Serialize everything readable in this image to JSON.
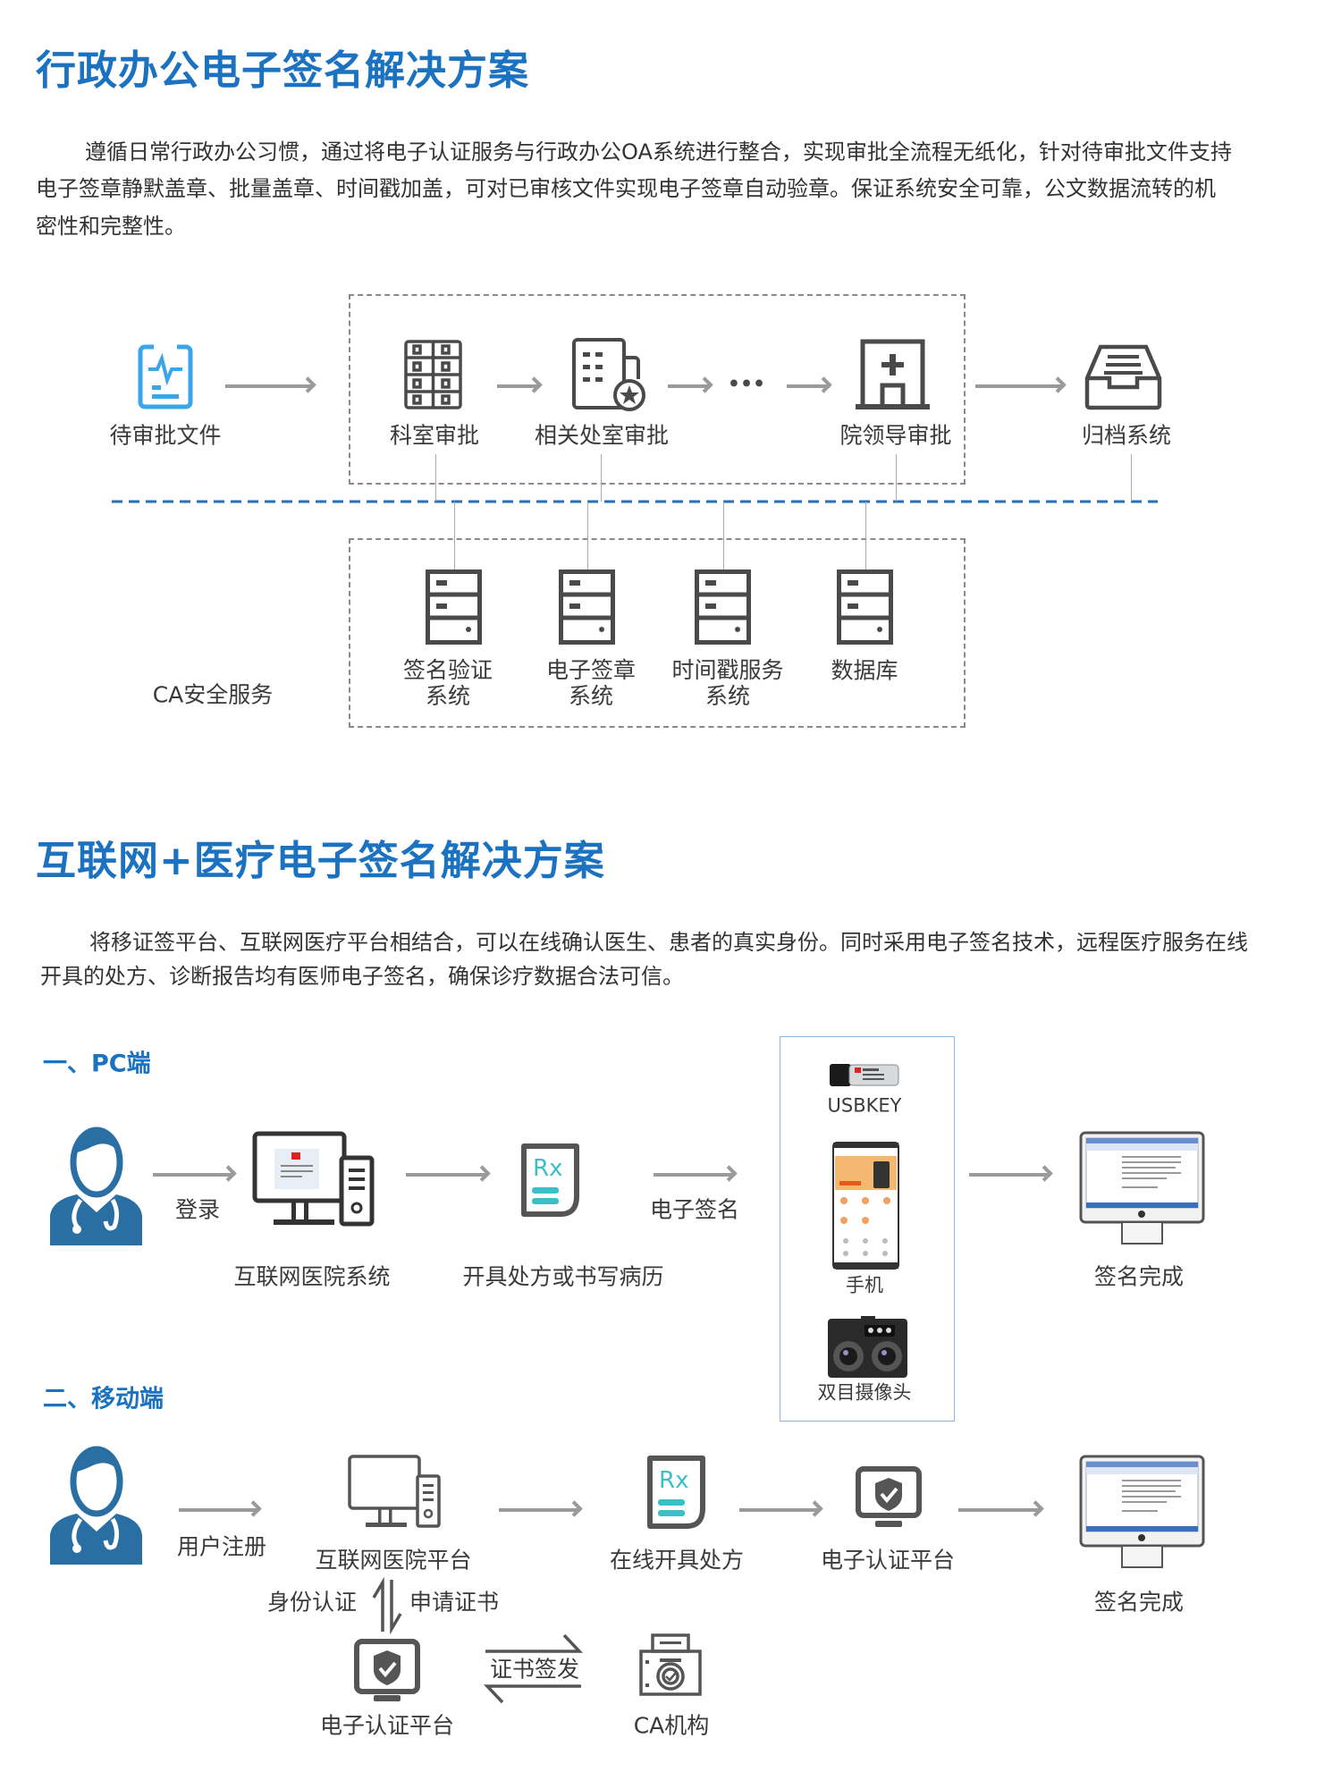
{
  "section1": {
    "title": "行政办公电子签名解决方案",
    "paragraph_lines": [
      "遵循日常行政办公习惯，通过将电子认证服务与行政办公OA系统进行整合，实现审批全流程无纸化，针对待审批文件支持",
      "电子签章静默盖章、批量盖章、时间戳加盖，可对已审核文件实现电子签章自动验章。保证系统安全可靠，公文数据流转的机",
      "密性和完整性。"
    ],
    "flow": {
      "pending": "待审批文件",
      "dept": "科室审批",
      "related": "相关处室审批",
      "dots": "•••",
      "leader": "院领导审批",
      "archive": "归档系统"
    },
    "ca_label": "CA安全服务",
    "services": [
      {
        "line1": "签名验证",
        "line2": "系统"
      },
      {
        "line1": "电子签章",
        "line2": "系统"
      },
      {
        "line1": "时间戳服务",
        "line2": "系统"
      },
      {
        "line1": "数据库",
        "line2": ""
      }
    ]
  },
  "section2": {
    "title": "互联网+医疗电子签名解决方案",
    "paragraph_lines": [
      "将移证签平台、互联网医疗平台相结合，可以在线确认医生、患者的真实身份。同时采用电子签名技术，远程医疗服务在线",
      "开具的处方、诊断报告均有医师电子签名，确保诊疗数据合法可信。"
    ],
    "pc": {
      "heading": "一、PC端",
      "login": "登录",
      "hospital_system": "互联网医院系统",
      "prescribe": "开具处方或书写病历",
      "esign": "电子签名",
      "done": "签名完成"
    },
    "devices": {
      "usbkey": "USBKEY",
      "phone": "手机",
      "camera": "双目摄像头"
    },
    "mobile": {
      "heading": "二、移动端",
      "register": "用户注册",
      "hospital_platform": "互联网医院平台",
      "online_prescribe": "在线开具处方",
      "cert_platform": "电子认证平台",
      "done": "签名完成",
      "identity": "身份认证",
      "apply_cert": "申请证书",
      "cert_platform2": "电子认证平台",
      "issue_cert": "证书签发",
      "ca_org": "CA机构"
    },
    "rx_text": "Rx"
  },
  "colors": {
    "accent": "#1a72c0",
    "icon": "#4a4a4a",
    "arrow": "#9a9a9a",
    "teal": "#3bbfc6",
    "doctor": "#2a6fa3"
  }
}
